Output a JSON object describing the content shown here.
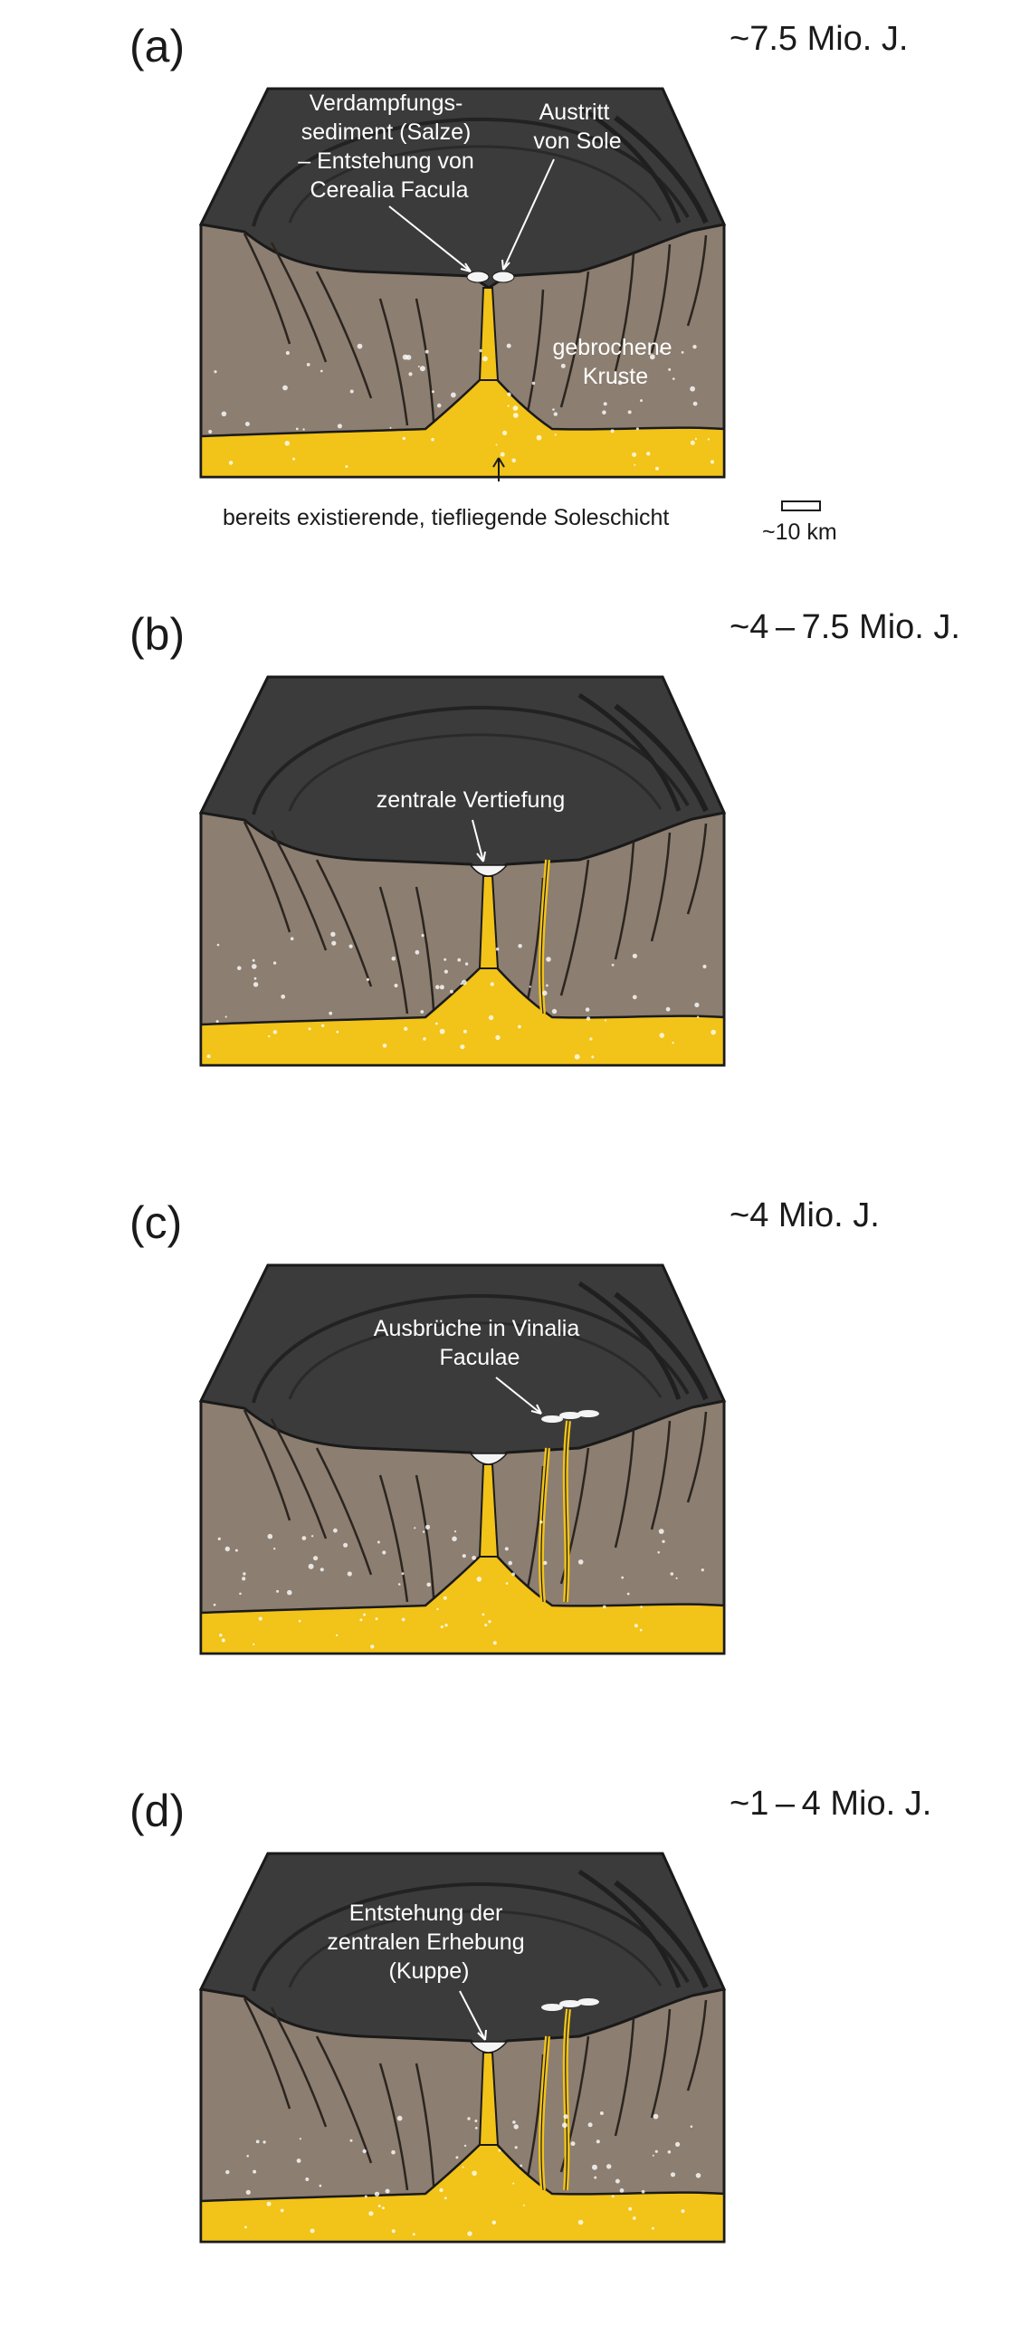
{
  "panels": [
    {
      "label": "(a)",
      "age": "~7.5 Mio. J.",
      "annotations": [
        {
          "lines": [
            "Verdampfungs-",
            "sediment (Salze)",
            "– Entstehung von",
            "Cerealia Facula"
          ]
        },
        {
          "lines": [
            "Austritt",
            "von Sole"
          ]
        },
        {
          "lines": [
            "gebrochene",
            "Kruste"
          ]
        }
      ],
      "bottom_label": "bereits existierende, tiefliegende Soleschicht",
      "scale_label": "~10 km"
    },
    {
      "label": "(b)",
      "age": "~4 – 7.5 Mio. J.",
      "annotations": [
        {
          "lines": [
            "zentrale Vertiefung"
          ]
        }
      ]
    },
    {
      "label": "(c)",
      "age": "~4 Mio. J.",
      "annotations": [
        {
          "lines": [
            "Ausbrüche in Vinalia",
            "Faculae"
          ]
        }
      ]
    },
    {
      "label": "(d)",
      "age": "~1 – 4 Mio. J.",
      "annotations": [
        {
          "lines": [
            "Entstehung der",
            "zentralen Erhebung",
            "(Kuppe)"
          ]
        }
      ]
    }
  ],
  "colors": {
    "crust": "#8c7e70",
    "crater": "#3b3b3b",
    "brine": "#f2c318",
    "outline": "#1a1a1a",
    "salt": "#f4f4f4"
  }
}
